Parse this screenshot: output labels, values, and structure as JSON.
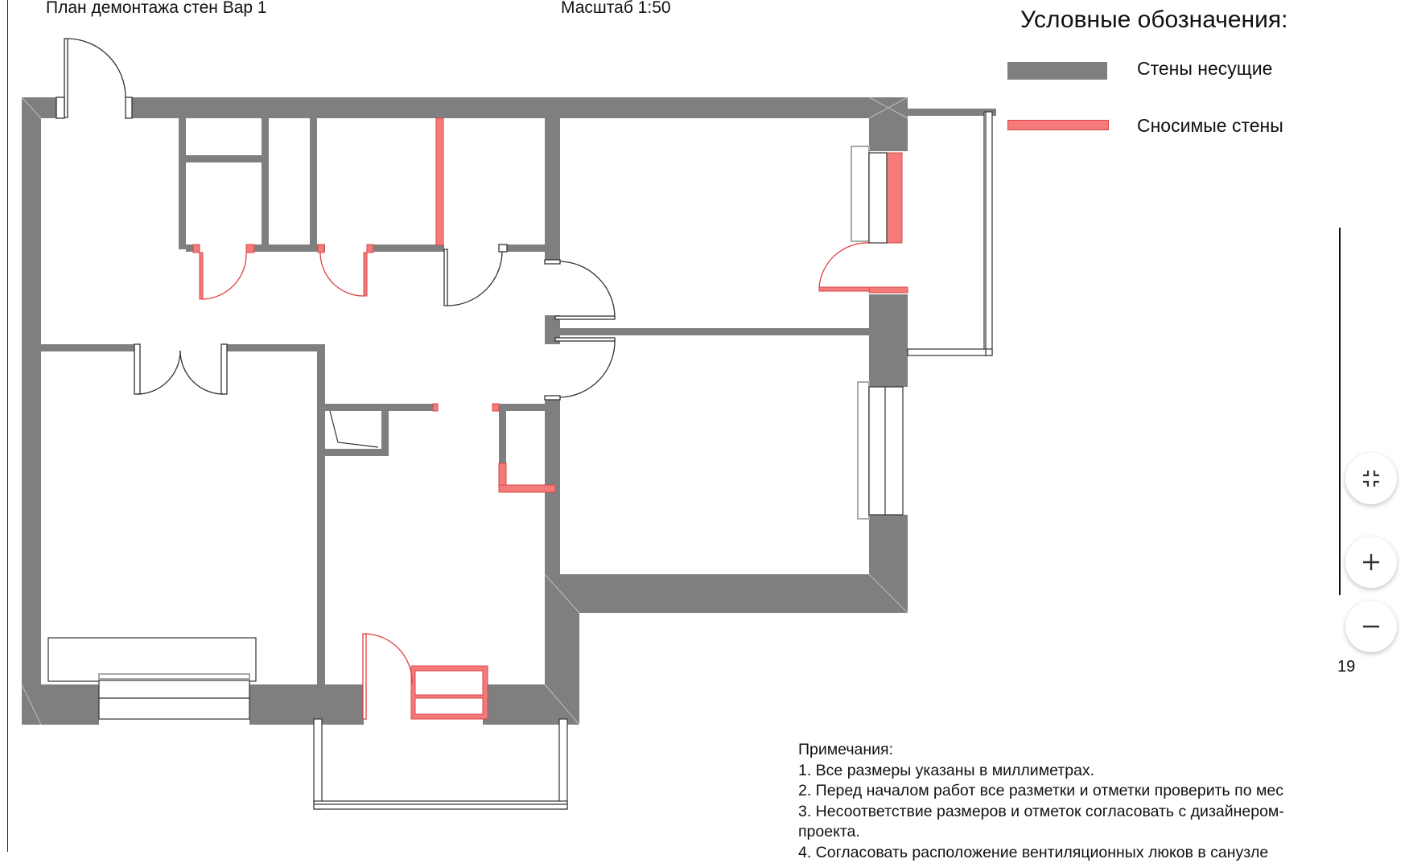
{
  "header": {
    "plan_title": "План демонтажа стен Вар 1",
    "scale": "Масштаб 1:50"
  },
  "legend": {
    "title": "Условные обозначения:",
    "items": [
      {
        "label": "Стены несущие",
        "color": "#7f7f7f"
      },
      {
        "label": "Сносимые стены",
        "color": "#f57a7a"
      }
    ]
  },
  "notes": {
    "title": "Примечания:",
    "lines": [
      "1. Все размеры указаны в миллиметрах.",
      "2. Перед началом работ все разметки и отметки проверить по мес",
      "3. Несоответствие размеров и отметок согласовать с дизайнером-",
      "проекта.",
      "4. Согласовать расположение вентиляционных люков в санузле"
    ]
  },
  "viewer": {
    "fit_icon": "compress-arrows-icon",
    "zoom_in_icon": "plus-icon",
    "zoom_out_icon": "minus-icon",
    "page_number": "19"
  },
  "colors": {
    "bearing_wall": "#7f7f7f",
    "demolished_wall": "#f57a7a",
    "drawing_line": "#333333"
  }
}
